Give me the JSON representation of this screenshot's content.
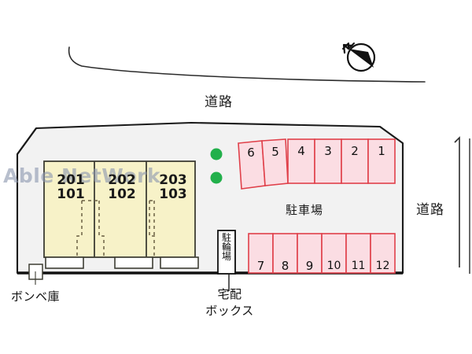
{
  "meta": {
    "title": "Apartment site plan (敗地配置図)",
    "watermark": "Able NetWork"
  },
  "colors": {
    "site_fill": "#f2f2f2",
    "site_stroke": "#1a1a1a",
    "building_fill": "#f7f2c8",
    "building_stroke": "#3d3d33",
    "stall_fill": "#fbdde3",
    "stall_stroke": "#e0404a",
    "green_dot": "#22b04b",
    "road_line": "#2b2b2b",
    "watermark": "#8e99b0",
    "text": "#1a1a1a"
  },
  "labels": {
    "road_top": "道路",
    "road_right": "道路",
    "parking_lot": "駐車場",
    "bicycle_parking": [
      "駐",
      "輪",
      "場"
    ],
    "gas_cylinder_store": "ボンベ庫",
    "delivery_box_line1": "宅配",
    "delivery_box_line2": "ボックス"
  },
  "building": {
    "name": "apartment-building",
    "units": [
      {
        "upper": "201",
        "lower": "101"
      },
      {
        "upper": "202",
        "lower": "102"
      },
      {
        "upper": "203",
        "lower": "103"
      }
    ],
    "entrance_boxes": 3
  },
  "parking": {
    "upper_row": {
      "note": "slanted stalls 6 and 5, then straight stalls 4-1",
      "stalls": [
        "6",
        "5",
        "4",
        "3",
        "2",
        "1"
      ]
    },
    "lower_row": {
      "stalls": [
        "7",
        "8",
        "9",
        "10",
        "11",
        "12"
      ]
    }
  },
  "plants": {
    "name": "green-dots",
    "count": 2
  },
  "compass": {
    "name": "north-arrow",
    "letter": "N"
  }
}
